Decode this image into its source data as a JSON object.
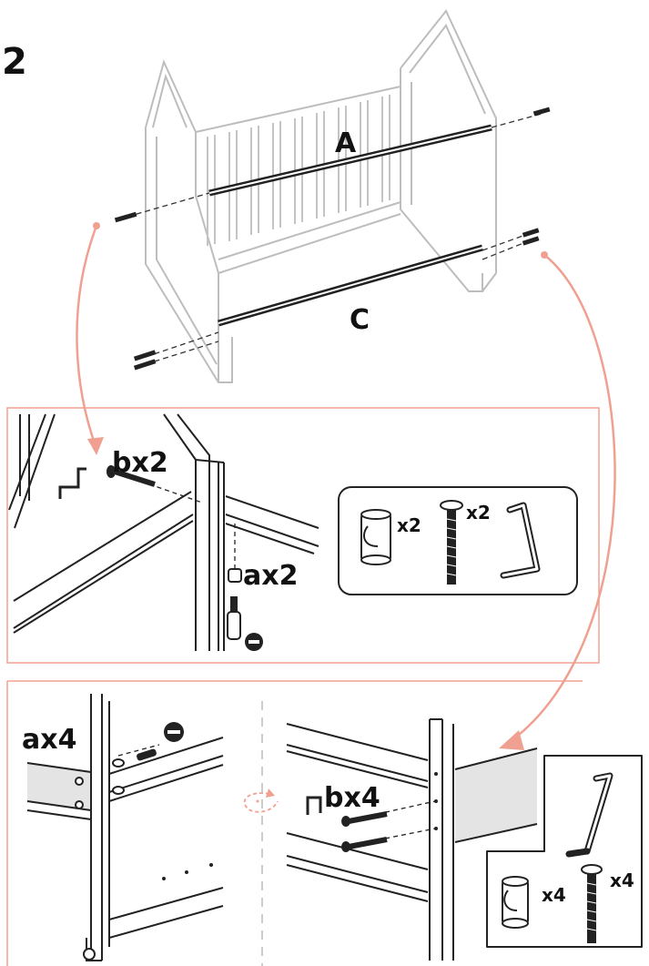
{
  "step": {
    "number": "2"
  },
  "parts": {
    "rail_top": "A",
    "rail_bottom": "C"
  },
  "detail_top": {
    "bolt_count": "bx2",
    "nut_count": "ax2",
    "kit": {
      "nut_qty": "x2",
      "bolt_qty": "x2"
    }
  },
  "detail_bottom": {
    "nut_count": "ax4",
    "bolt_count": "bx4",
    "kit": {
      "nut_qty": "x4",
      "bolt_qty": "x4"
    }
  },
  "colors": {
    "accent": "#f0a090",
    "line": "#222222",
    "ghost": "#bdbdbd",
    "panel": "#e8e8e8"
  },
  "icons": [
    "hex-key-icon",
    "minus-screwdriver-icon",
    "rotate-icon",
    "barrel-nut-icon",
    "bolt-icon"
  ]
}
